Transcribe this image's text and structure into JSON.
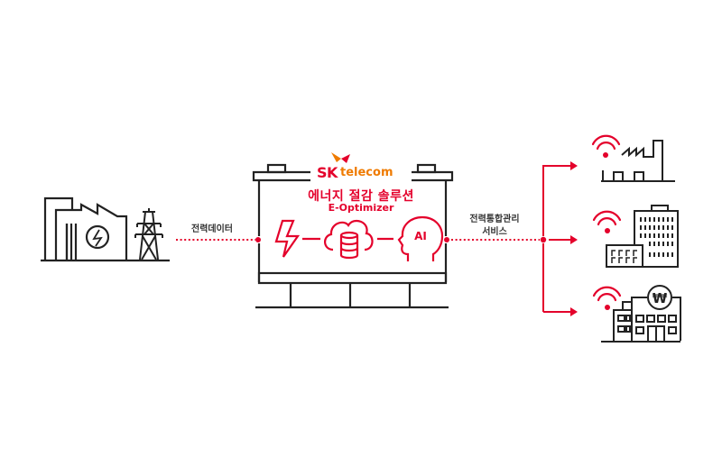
{
  "brand": {
    "logo_mark": "SK",
    "logo_text": "telecom"
  },
  "solution": {
    "title_ko": "에너지 절감 솔루션",
    "title_en": "E-Optimizer",
    "ai_label": "AI",
    "icons": [
      "lightning-icon",
      "cloud-database-icon",
      "ai-head-icon"
    ]
  },
  "flows": {
    "input_label": "전력데이터",
    "output_label_line1": "전력통합관리",
    "output_label_line2": "서비스"
  },
  "sources": {
    "icons": [
      "power-plant-icon",
      "transmission-tower-icon"
    ]
  },
  "destinations": [
    {
      "name": "factory",
      "icon": "factory-icon"
    },
    {
      "name": "office-building",
      "icon": "office-building-icon"
    },
    {
      "name": "bank-building",
      "icon": "bank-building-icon",
      "symbol": "₩"
    }
  ],
  "colors": {
    "accent": "#e4002b",
    "line": "#222222",
    "brand_orange": "#ef7b00",
    "text": "#333333"
  }
}
